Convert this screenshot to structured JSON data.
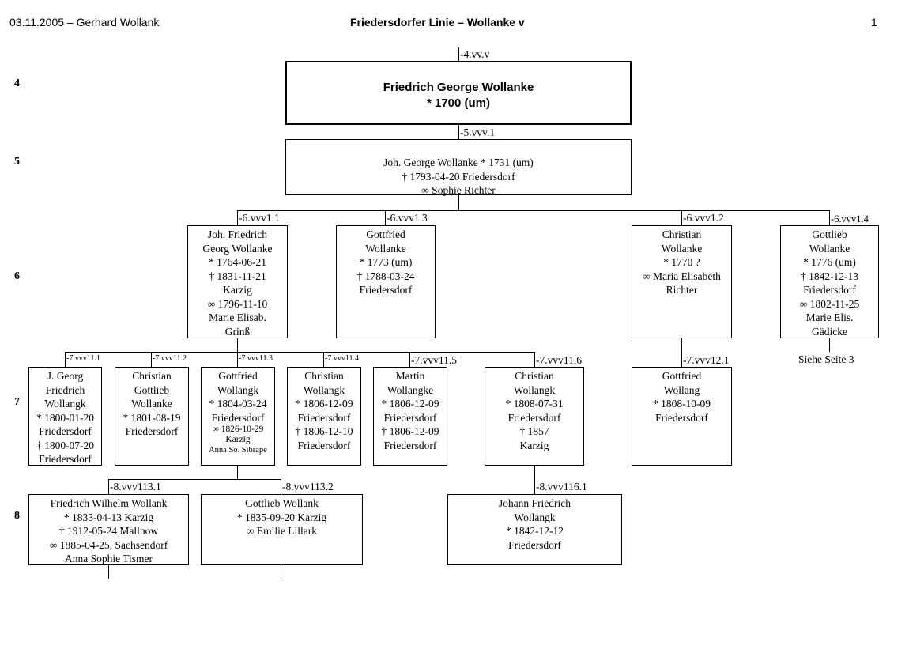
{
  "header": {
    "left": "03.11.2005 – Gerhard Wollank",
    "center": "Friedersdorfer Linie – Wollanke v",
    "page": "1"
  },
  "generations": [
    "4",
    "5",
    "6",
    "7",
    "8"
  ],
  "persons": {
    "p4": {
      "code": "-4.vv.v",
      "lines": [
        "Friedrich George   Wollanke",
        "* 1700 (um)"
      ]
    },
    "p5": {
      "code": "-5.vvv.1",
      "lines": [
        "Joh. George   Wollanke    * 1731 (um)",
        "† 1793-04-20   Friedersdorf",
        "∞   Sophie   Richter"
      ]
    },
    "p6_1": {
      "code": "-6.vvv1.1",
      "lines": [
        "Joh. Friedrich",
        "Georg   Wollanke",
        "* 1764-06-21",
        "† 1831-11-21",
        "Karzig",
        "∞  1796-11-10",
        "Marie Elisab.",
        "Grinß"
      ]
    },
    "p6_3": {
      "code": "-6.vvv1.3",
      "lines": [
        "Gottfried",
        "Wollanke",
        "* 1773 (um)",
        "† 1788-03-24",
        "Friedersdorf"
      ]
    },
    "p6_2": {
      "code": "-6.vvv1.2",
      "lines": [
        "Christian",
        "Wollanke",
        "* 1770 ?",
        "∞   Maria Elisabeth",
        "Richter"
      ]
    },
    "p6_4": {
      "code": "-6.vvv1.4",
      "lines": [
        "Gottlieb",
        "Wollanke",
        "* 1776 (um)",
        "† 1842-12-13",
        "Friedersdorf",
        "∞  1802-11-25",
        "Marie Elis.",
        "Gädicke"
      ]
    },
    "p7_1": {
      "code": "-7.vvv11.1",
      "lines": [
        "J. Georg",
        "Friedrich",
        "Wollangk",
        "* 1800-01-20",
        "Friedersdorf",
        "† 1800-07-20",
        "Friedersdorf"
      ]
    },
    "p7_2": {
      "code": "-7.vvv11.2",
      "lines": [
        "Christian",
        "Gottlieb",
        "Wollanke",
        "* 1801-08-19",
        "Friedersdorf"
      ]
    },
    "p7_3": {
      "code": "-7.vvv11.3",
      "lines": [
        "Gottfried",
        "Wollangk",
        "* 1804-03-24",
        "Friedersdorf"
      ],
      "small_lines": [
        "∞ 1826-10-29",
        "Karzig",
        "Anna So. Sibrape"
      ]
    },
    "p7_4": {
      "code": "-7.vvv11.4",
      "lines": [
        "Christian",
        "Wollangk",
        "* 1806-12-09",
        "Friedersdorf",
        "† 1806-12-10",
        "Friedersdorf"
      ]
    },
    "p7_5": {
      "code": "-7.vvv11.5",
      "lines": [
        "Martin",
        "Wollangke",
        "* 1806-12-09",
        "Friedersdorf",
        "† 1806-12-09",
        "Friedersdorf"
      ]
    },
    "p7_6": {
      "code": "-7.vvv11.6",
      "lines": [
        "Christian",
        "Wollangk",
        "* 1808-07-31",
        "Friedersdorf",
        "†  1857",
        "Karzig"
      ]
    },
    "p7_7": {
      "code": "-7.vvv12.1",
      "lines": [
        "Gottfried",
        "Wollang",
        "* 1808-10-09",
        "Friedersdorf"
      ]
    },
    "p8_1": {
      "code": "-8.vvv113.1",
      "lines": [
        "Friedrich Wilhelm Wollank",
        "* 1833-04-13  Karzig",
        "† 1912-05-24 Mallnow",
        "∞ 1885-04-25, Sachsendorf",
        "Anna Sophie Tismer"
      ]
    },
    "p8_2": {
      "code": "-8.vvv113.2",
      "lines": [
        "Gottlieb   Wollank",
        "* 1835-09-20  Karzig",
        "∞ Emilie  Lillark"
      ]
    },
    "p8_3": {
      "code": "-8.vvv116.1",
      "lines": [
        "Johann Friedrich",
        "Wollangk",
        "* 1842-12-12",
        "Friedersdorf"
      ]
    }
  },
  "notes": {
    "see_page": "Siehe Seite 3"
  }
}
